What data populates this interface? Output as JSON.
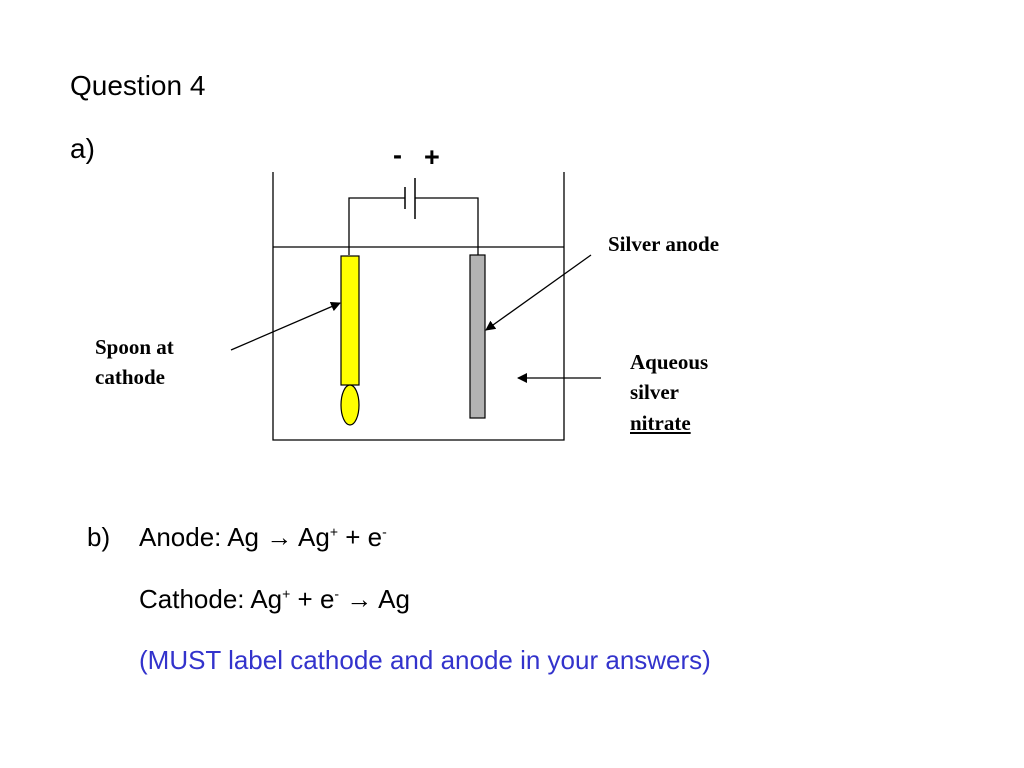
{
  "title": "Question 4",
  "part_a": "a)",
  "battery": {
    "negative": "-",
    "positive": "+"
  },
  "labels": {
    "silver_anode": "Silver anode",
    "spoon_line1": "Spoon at",
    "spoon_line2": "cathode",
    "solution_line1": "Aqueous",
    "solution_line2": "silver",
    "solution_line3": "nitrate"
  },
  "colors": {
    "spoon": "#ffff00",
    "anode": "#b3b3b3",
    "note": "#3333cc"
  },
  "part_b": {
    "letter": "b)",
    "anode_prefix": "Anode: Ag ",
    "arrow": "→",
    "anode_product": " Ag",
    "plus_sup": "+",
    "plus_e": " + e",
    "minus_sup": "-",
    "cathode_prefix": "Cathode: Ag",
    "cathode_product": " Ag",
    "note": "(MUST label cathode and anode in your answers)"
  }
}
